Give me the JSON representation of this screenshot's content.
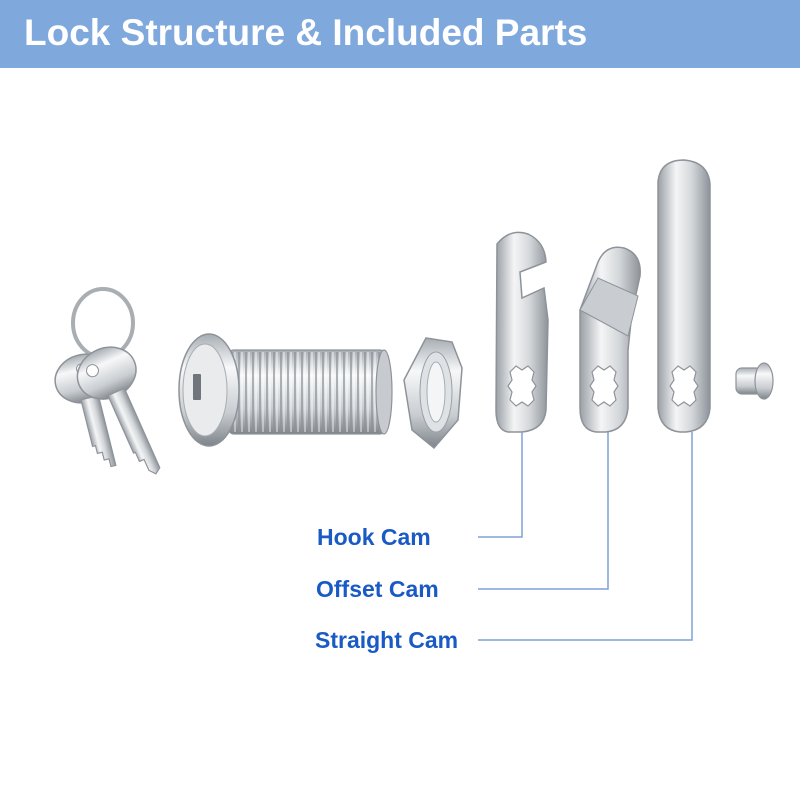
{
  "header": {
    "title": "Lock Structure & Included Parts",
    "background": "#7fa8dd"
  },
  "parts": {
    "keys": "keys-with-ring",
    "cylinder": "threaded-lock-cylinder",
    "nut": "hex-nut",
    "screw": "cam-screw"
  },
  "cams": {
    "hook": {
      "label": "Hook Cam"
    },
    "offset": {
      "label": "Offset Cam"
    },
    "straight": {
      "label": "Straight Cam"
    }
  },
  "colors": {
    "label_text": "#1a5ac4",
    "leader_line": "#7fa0d8"
  }
}
